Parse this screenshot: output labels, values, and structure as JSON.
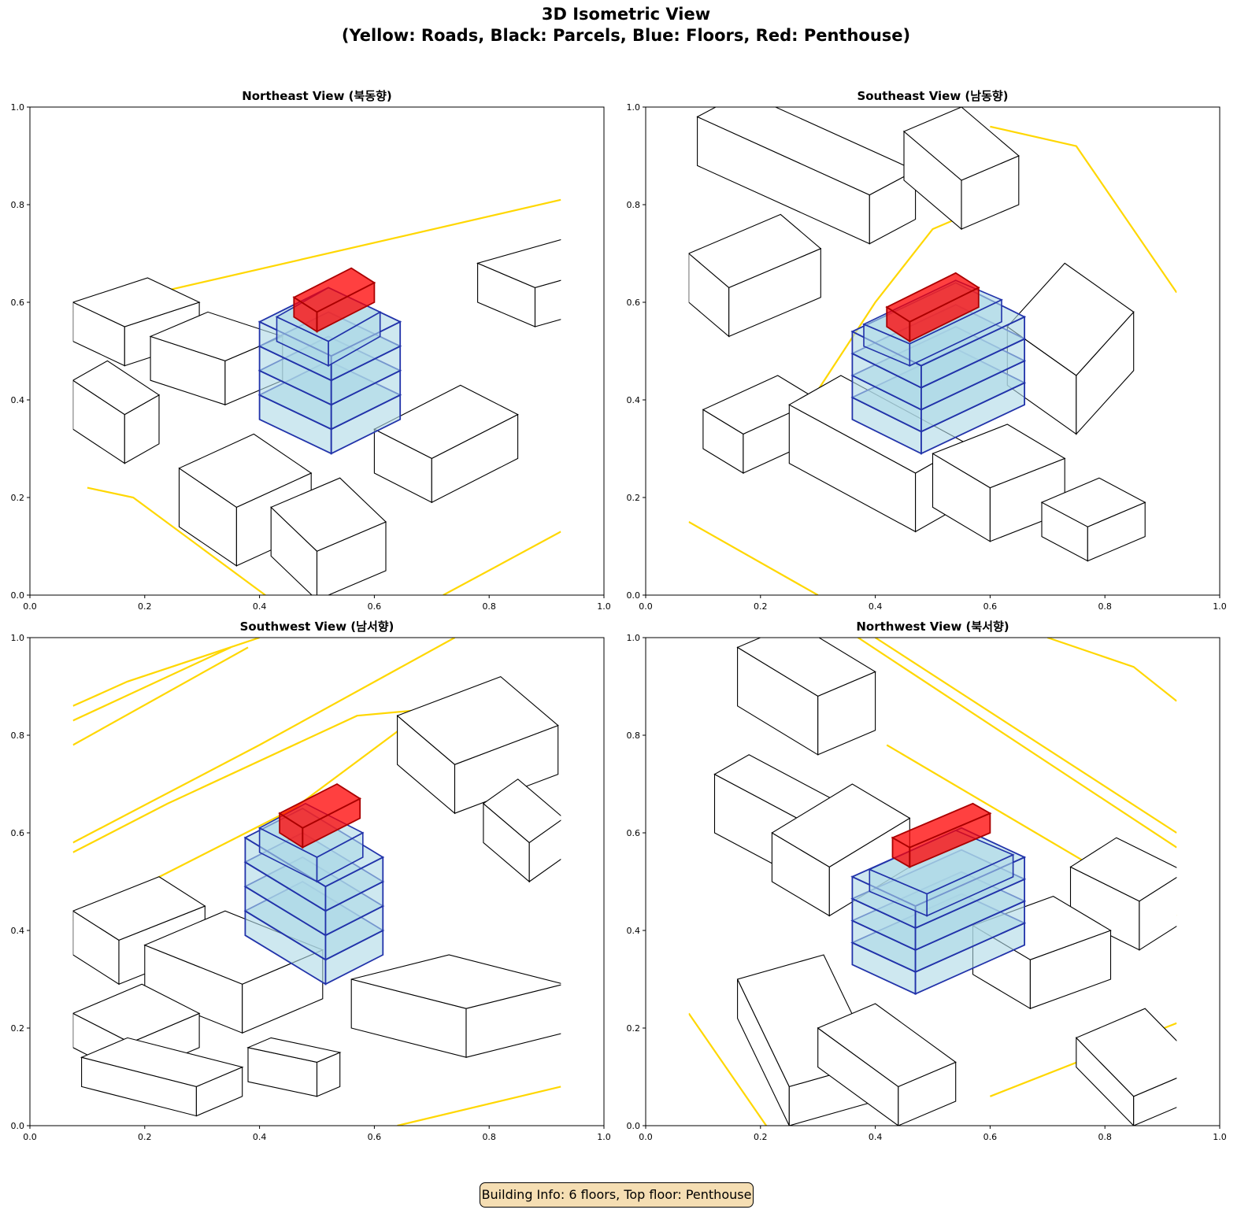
{
  "figure": {
    "title_line1": "3D Isometric View",
    "title_line2": "(Yellow: Roads, Black: Parcels, Blue: Floors, Red: Penthouse)",
    "footer": "Building Info: 6 floors, Top floor: Penthouse"
  },
  "colors": {
    "road": "#ffd700",
    "parcel": "#000000",
    "floor_fill": "#add8e6",
    "floor_edge": "#2233aa",
    "penthouse_fill": "#ff0000",
    "penthouse_edge": "#aa0000"
  },
  "chart_data": [
    {
      "type": "line",
      "title": "Northeast View (북동향)",
      "xlim": [
        0,
        1
      ],
      "ylim": [
        0,
        1
      ],
      "xticks": [
        "0.0",
        "0.2",
        "0.4",
        "0.6",
        "0.8",
        "1.0"
      ],
      "yticks": [
        "0.0",
        "0.2",
        "0.4",
        "0.6",
        "0.8",
        "1.0"
      ],
      "roads": [
        [
          [
            0.075,
            0.58
          ],
          [
            0.925,
            0.81
          ]
        ],
        [
          [
            0.1,
            0.22
          ],
          [
            0.18,
            0.2
          ],
          [
            0.41,
            0.0
          ]
        ],
        [
          [
            0.72,
            0.0
          ],
          [
            0.925,
            0.13
          ]
        ]
      ],
      "buildings": [
        [
          0.78,
          0.6,
          0.1,
          -0.05,
          0.15,
          0.05,
          0.08
        ],
        [
          0.075,
          0.52,
          0.09,
          -0.05,
          0.13,
          0.05,
          0.08
        ],
        [
          0.21,
          0.44,
          0.13,
          -0.05,
          0.1,
          0.05,
          0.09
        ],
        [
          0.075,
          0.34,
          0.09,
          -0.07,
          0.06,
          0.04,
          0.1
        ],
        [
          0.6,
          0.25,
          0.1,
          -0.06,
          0.15,
          0.09,
          0.09
        ],
        [
          0.26,
          0.14,
          0.1,
          -0.08,
          0.13,
          0.07,
          0.12
        ],
        [
          0.42,
          0.08,
          0.08,
          -0.09,
          0.12,
          0.06,
          0.1
        ]
      ],
      "tower": {
        "o": [
          0.4,
          0.36
        ],
        "a": [
          0.125,
          -0.07
        ],
        "b": [
          0.12,
          0.07
        ],
        "floors": 4,
        "h": 0.05
      },
      "upper": {
        "o": [
          0.43,
          0.52
        ],
        "a": [
          0.09,
          -0.05
        ],
        "b": [
          0.09,
          0.06
        ],
        "h": 0.05
      },
      "penthouse": {
        "o": [
          0.46,
          0.57
        ],
        "a": [
          0.04,
          -0.03
        ],
        "b": [
          0.1,
          0.06
        ],
        "h": 0.04
      }
    },
    {
      "type": "line",
      "title": "Southeast View (남동향)",
      "xlim": [
        0,
        1
      ],
      "ylim": [
        0,
        1
      ],
      "xticks": [
        "0.0",
        "0.2",
        "0.4",
        "0.6",
        "0.8",
        "1.0"
      ],
      "yticks": [
        "0.0",
        "0.2",
        "0.4",
        "0.6",
        "0.8",
        "1.0"
      ],
      "roads": [
        [
          [
            0.6,
            0.96
          ],
          [
            0.75,
            0.92
          ],
          [
            0.925,
            0.62
          ]
        ],
        [
          [
            0.075,
            0.15
          ],
          [
            0.3,
            0.0
          ]
        ],
        [
          [
            0.3,
            0.42
          ],
          [
            0.4,
            0.6
          ],
          [
            0.5,
            0.75
          ],
          [
            0.6,
            0.8
          ]
        ]
      ],
      "buildings": [
        [
          0.09,
          0.88,
          0.3,
          -0.16,
          0.08,
          0.05,
          0.1
        ],
        [
          0.45,
          0.85,
          0.1,
          -0.1,
          0.1,
          0.05,
          0.1
        ],
        [
          0.075,
          0.6,
          0.07,
          -0.07,
          0.16,
          0.08,
          0.1
        ],
        [
          0.63,
          0.43,
          0.12,
          -0.1,
          0.1,
          0.13,
          0.12
        ],
        [
          0.1,
          0.3,
          0.07,
          -0.05,
          0.13,
          0.07,
          0.08
        ],
        [
          0.25,
          0.27,
          0.22,
          -0.14,
          0.09,
          0.06,
          0.12
        ],
        [
          0.5,
          0.18,
          0.1,
          -0.07,
          0.13,
          0.06,
          0.11
        ],
        [
          0.69,
          0.12,
          0.08,
          -0.05,
          0.1,
          0.05,
          0.07
        ]
      ],
      "tower": {
        "o": [
          0.36,
          0.36
        ],
        "a": [
          0.12,
          -0.07
        ],
        "b": [
          0.18,
          0.1
        ],
        "floors": 4,
        "h": 0.045
      },
      "upper": {
        "o": [
          0.38,
          0.51
        ],
        "a": [
          0.08,
          -0.04
        ],
        "b": [
          0.16,
          0.09
        ],
        "h": 0.045
      },
      "penthouse": {
        "o": [
          0.42,
          0.55
        ],
        "a": [
          0.04,
          -0.03
        ],
        "b": [
          0.12,
          0.07
        ],
        "h": 0.04
      }
    },
    {
      "type": "line",
      "title": "Southwest View (남서향)",
      "xlim": [
        0,
        1
      ],
      "ylim": [
        0,
        1
      ],
      "xticks": [
        "0.0",
        "0.2",
        "0.4",
        "0.6",
        "0.8",
        "1.0"
      ],
      "yticks": [
        "0.0",
        "0.2",
        "0.4",
        "0.6",
        "0.8",
        "1.0"
      ],
      "roads": [
        [
          [
            0.075,
            0.86
          ],
          [
            0.17,
            0.91
          ],
          [
            0.4,
            1.0
          ]
        ],
        [
          [
            0.075,
            0.83
          ],
          [
            0.35,
            0.98
          ]
        ],
        [
          [
            0.075,
            0.78
          ],
          [
            0.38,
            0.98
          ]
        ],
        [
          [
            0.075,
            0.58
          ],
          [
            0.4,
            0.78
          ],
          [
            0.74,
            1.0
          ]
        ],
        [
          [
            0.075,
            0.56
          ],
          [
            0.24,
            0.66
          ],
          [
            0.57,
            0.84
          ],
          [
            0.85,
            0.87
          ]
        ],
        [
          [
            0.075,
            0.42
          ],
          [
            0.46,
            0.65
          ],
          [
            0.7,
            0.86
          ]
        ],
        [
          [
            0.64,
            0.0
          ],
          [
            0.925,
            0.08
          ]
        ]
      ],
      "buildings": [
        [
          0.64,
          0.74,
          0.1,
          -0.1,
          0.18,
          0.08,
          0.1
        ],
        [
          0.79,
          0.58,
          0.08,
          -0.08,
          0.06,
          0.05,
          0.08
        ],
        [
          0.075,
          0.35,
          0.08,
          -0.06,
          0.15,
          0.07,
          0.09
        ],
        [
          0.2,
          0.27,
          0.17,
          -0.08,
          0.14,
          0.07,
          0.1
        ],
        [
          0.075,
          0.16,
          0.1,
          -0.06,
          0.12,
          0.06,
          0.07
        ],
        [
          0.56,
          0.2,
          0.2,
          -0.06,
          0.17,
          0.05,
          0.1
        ],
        [
          0.09,
          0.08,
          0.2,
          -0.06,
          0.08,
          0.04,
          0.06
        ],
        [
          0.38,
          0.09,
          0.12,
          -0.03,
          0.04,
          0.02,
          0.07
        ]
      ],
      "tower": {
        "o": [
          0.375,
          0.39
        ],
        "a": [
          0.14,
          -0.1
        ],
        "b": [
          0.1,
          0.06
        ],
        "floors": 4,
        "h": 0.05
      },
      "upper": {
        "o": [
          0.4,
          0.56
        ],
        "a": [
          0.1,
          -0.06
        ],
        "b": [
          0.08,
          0.05
        ],
        "h": 0.05
      },
      "penthouse": {
        "o": [
          0.435,
          0.6
        ],
        "a": [
          0.04,
          -0.03
        ],
        "b": [
          0.1,
          0.06
        ],
        "h": 0.04
      }
    },
    {
      "type": "line",
      "title": "Northwest View (북서향)",
      "xlim": [
        0,
        1
      ],
      "ylim": [
        0,
        1
      ],
      "xticks": [
        "0.0",
        "0.2",
        "0.4",
        "0.6",
        "0.8",
        "1.0"
      ],
      "yticks": [
        "0.0",
        "0.2",
        "0.4",
        "0.6",
        "0.8",
        "1.0"
      ],
      "roads": [
        [
          [
            0.7,
            1.0
          ],
          [
            0.85,
            0.94
          ],
          [
            0.925,
            0.87
          ]
        ],
        [
          [
            0.4,
            1.0
          ],
          [
            0.925,
            0.6
          ]
        ],
        [
          [
            0.37,
            1.0
          ],
          [
            0.925,
            0.57
          ]
        ],
        [
          [
            0.42,
            0.78
          ],
          [
            0.925,
            0.43
          ]
        ],
        [
          [
            0.075,
            0.23
          ],
          [
            0.21,
            0.0
          ]
        ],
        [
          [
            0.6,
            0.06
          ],
          [
            0.925,
            0.21
          ]
        ]
      ],
      "buildings": [
        [
          0.16,
          0.86,
          0.14,
          -0.1,
          0.1,
          0.05,
          0.12
        ],
        [
          0.12,
          0.6,
          0.16,
          -0.1,
          0.06,
          0.04,
          0.12
        ],
        [
          0.22,
          0.5,
          0.1,
          -0.07,
          0.14,
          0.1,
          0.1
        ],
        [
          0.74,
          0.43,
          0.12,
          -0.07,
          0.08,
          0.06,
          0.1
        ],
        [
          0.57,
          0.31,
          0.1,
          -0.07,
          0.14,
          0.06,
          0.1
        ],
        [
          0.16,
          0.22,
          0.09,
          -0.22,
          0.15,
          0.05,
          0.08
        ],
        [
          0.3,
          0.12,
          0.14,
          -0.12,
          0.1,
          0.05,
          0.08
        ],
        [
          0.75,
          0.12,
          0.1,
          -0.12,
          0.12,
          0.06,
          0.06
        ]
      ],
      "tower": {
        "o": [
          0.36,
          0.33
        ],
        "a": [
          0.11,
          -0.06
        ],
        "b": [
          0.19,
          0.1
        ],
        "floors": 4,
        "h": 0.045
      },
      "upper": {
        "o": [
          0.39,
          0.48
        ],
        "a": [
          0.1,
          -0.05
        ],
        "b": [
          0.15,
          0.08
        ],
        "h": 0.045
      },
      "penthouse": {
        "o": [
          0.43,
          0.55
        ],
        "a": [
          0.03,
          -0.02
        ],
        "b": [
          0.14,
          0.07
        ],
        "h": 0.04
      }
    }
  ]
}
